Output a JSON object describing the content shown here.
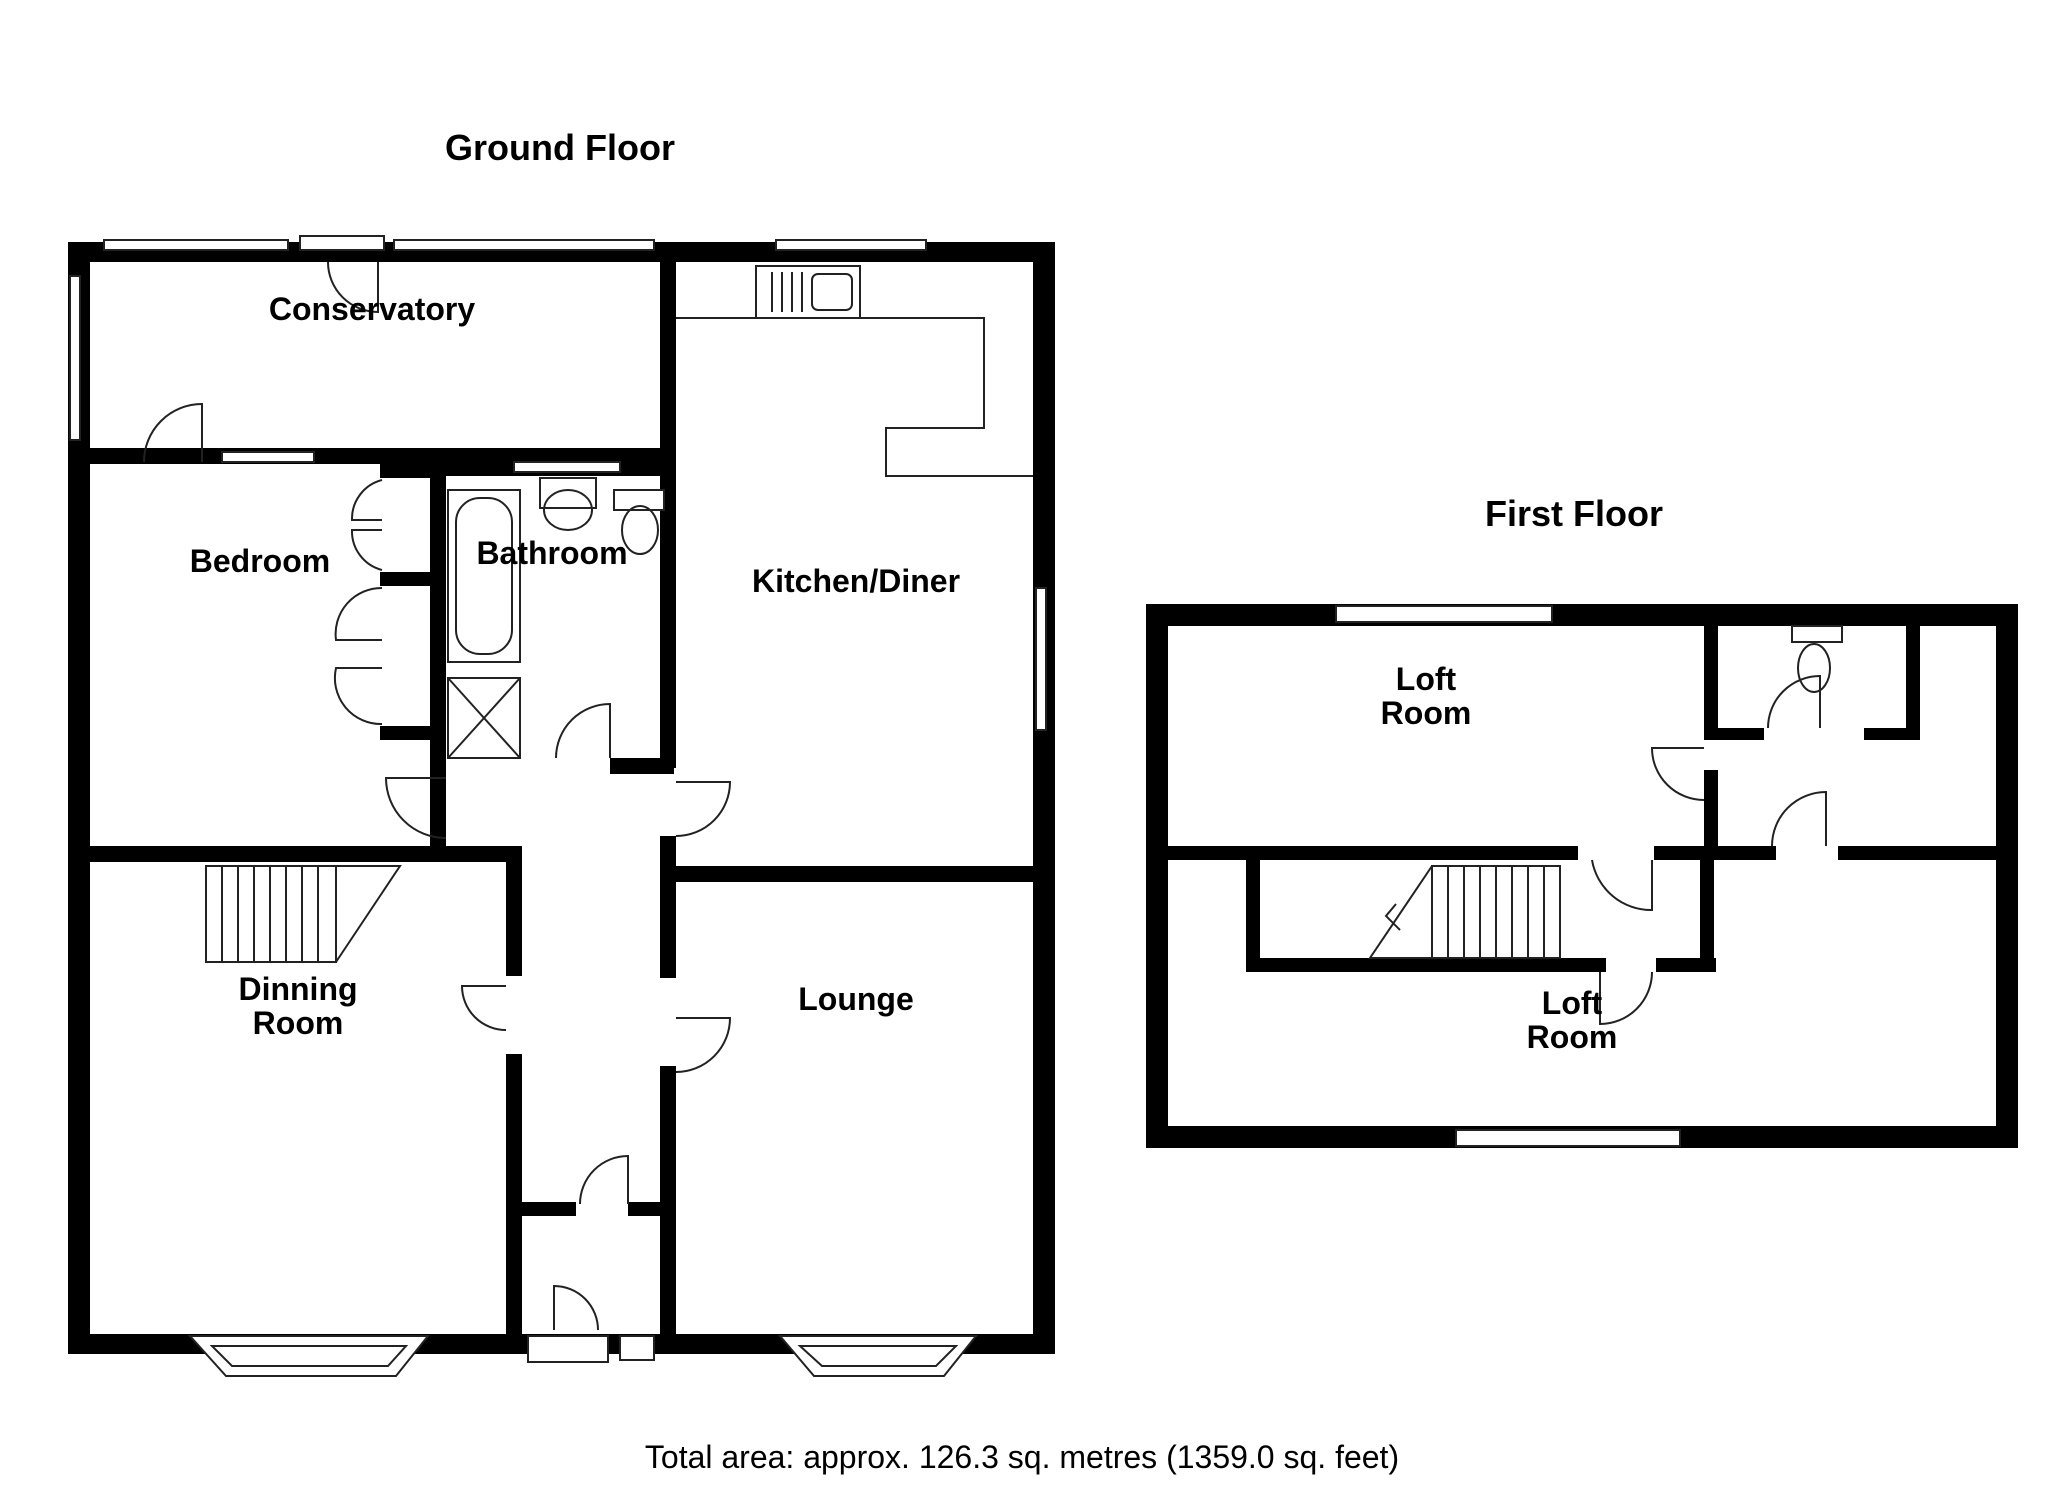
{
  "floors": {
    "ground": {
      "title": "Ground Floor",
      "rooms": {
        "conservatory": "Conservatory",
        "bedroom": "Bedroom",
        "bathroom": "Bathroom",
        "kitchen": "Kitchen/Diner",
        "dining_line1": "Dinning",
        "dining_line2": "Room",
        "lounge": "Lounge"
      }
    },
    "first": {
      "title": "First Floor",
      "rooms": {
        "loft1_line1": "Loft",
        "loft1_line2": "Room",
        "loft2_line1": "Loft",
        "loft2_line2": "Room"
      }
    }
  },
  "footer": {
    "total_area": "Total area: approx. 126.3 sq. metres (1359.0 sq. feet)"
  },
  "colors": {
    "wall": "#000000",
    "background": "#ffffff",
    "line": "#222222"
  }
}
